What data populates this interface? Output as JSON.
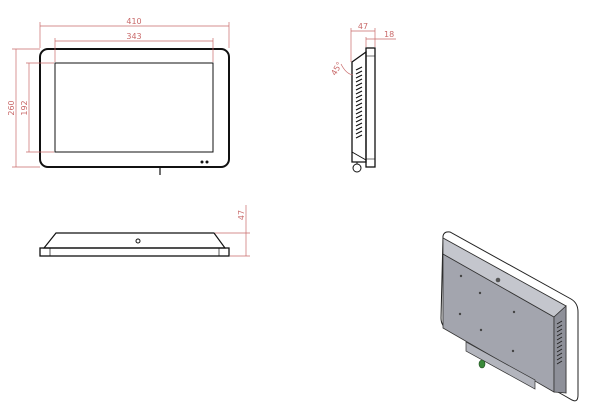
{
  "front_view": {
    "width_overall": "410",
    "width_screen": "343",
    "height_overall": "260",
    "height_screen": "192"
  },
  "side_view": {
    "depth_overall": "47",
    "depth_front": "18",
    "angle": "45°"
  },
  "bottom_view": {
    "depth_overall": "47"
  },
  "colors": {
    "dimension": "#c96a6a",
    "outline": "#111111",
    "housing": "#9a9ca6",
    "knob": "#3a8a3a"
  }
}
